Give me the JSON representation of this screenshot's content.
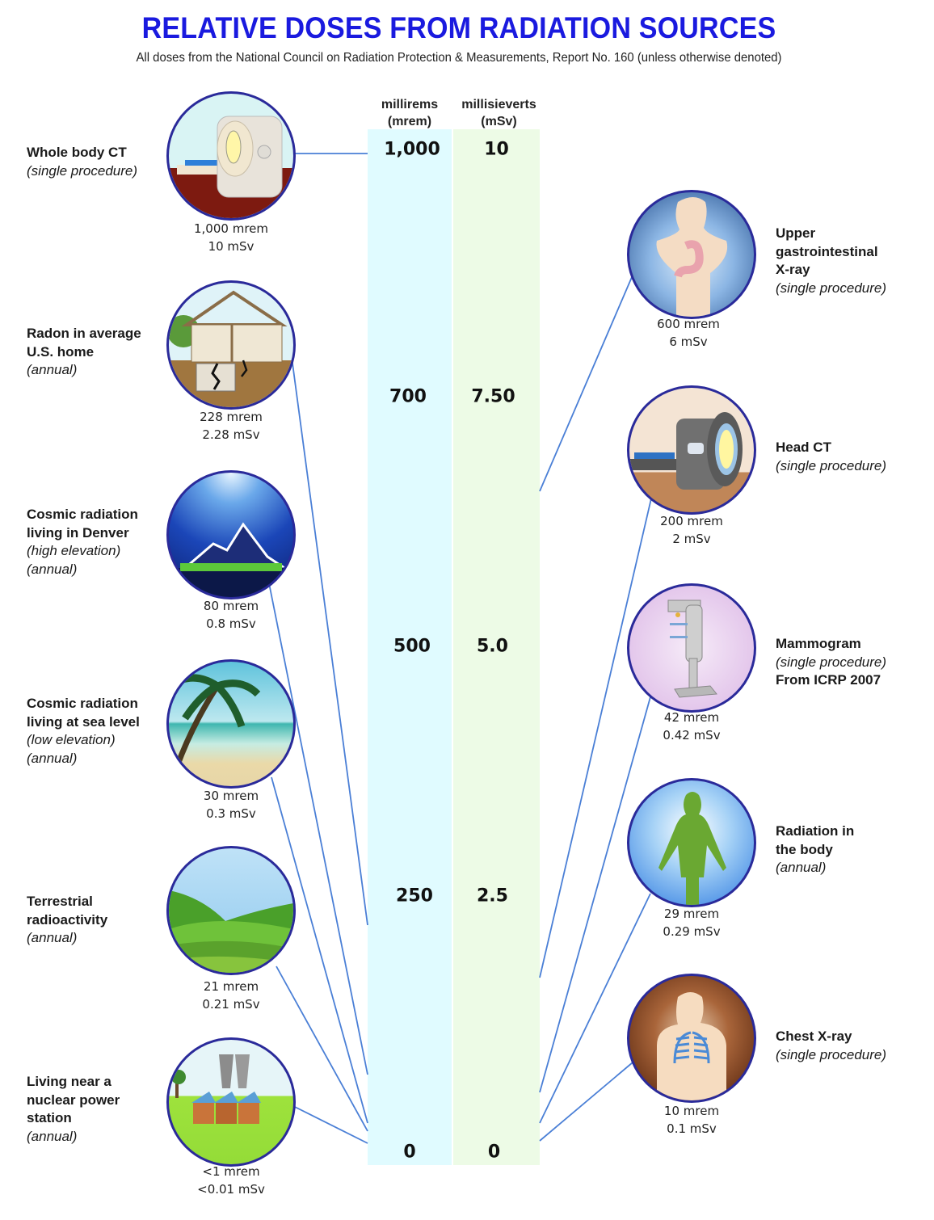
{
  "header": {
    "title": "RELATIVE DOSES FROM RADIATION SOURCES",
    "subtitle": "All doses from the National Council on Radiation Protection & Measurements, Report No. 160 (unless otherwise denoted)"
  },
  "colors": {
    "title": "#1a1adf",
    "mrem_column": "#e0fbff",
    "msv_column": "#edfbe6",
    "connector": "#4a7fd6",
    "circle_border": "#2a2a9a"
  },
  "scale": {
    "mrem_header": [
      "millirems",
      "(mrem)"
    ],
    "msv_header": [
      "millisieverts",
      "(mSv)"
    ],
    "ticks": [
      {
        "mrem": "1,000",
        "msv": "10",
        "y": 185
      },
      {
        "mrem": "700",
        "msv": "7.50",
        "y": 491
      },
      {
        "mrem": "500",
        "msv": "5.0",
        "y": 800
      },
      {
        "mrem": "250",
        "msv": "2.5",
        "y": 1109
      },
      {
        "mrem": "0",
        "msv": "0",
        "y": 1426
      }
    ]
  },
  "left_items": [
    {
      "title": [
        "Whole body CT"
      ],
      "notes": [
        "(single procedure)"
      ],
      "mrem": "1,000 mrem",
      "msv": "10 mSv",
      "icon": "ct-scanner-icon"
    },
    {
      "title": [
        "Radon in average",
        "U.S. home"
      ],
      "notes": [
        "(annual)"
      ],
      "mrem": "228 mrem",
      "msv": "2.28 mSv",
      "icon": "house-icon"
    },
    {
      "title": [
        "Cosmic radiation",
        "living in Denver"
      ],
      "notes": [
        "(high elevation)",
        "(annual)"
      ],
      "mrem": "80 mrem",
      "msv": "0.8 mSv",
      "icon": "mountain-icon"
    },
    {
      "title": [
        "Cosmic radiation",
        "living at sea level"
      ],
      "notes": [
        "(low elevation)",
        "(annual)"
      ],
      "mrem": "30 mrem",
      "msv": "0.3 mSv",
      "icon": "beach-icon"
    },
    {
      "title": [
        "Terrestrial",
        "radioactivity"
      ],
      "notes": [
        "(annual)"
      ],
      "mrem": "21 mrem",
      "msv": "0.21 mSv",
      "icon": "hills-icon"
    },
    {
      "title": [
        "Living near a",
        "nuclear power",
        "station"
      ],
      "notes": [
        "(annual)"
      ],
      "mrem": "<1 mrem",
      "msv": "<0.01 mSv",
      "icon": "power-station-icon"
    }
  ],
  "right_items": [
    {
      "title": [
        "Upper",
        "gastrointestinal",
        "X-ray"
      ],
      "notes": [
        "(single procedure)"
      ],
      "extra": "",
      "mrem": "600 mrem",
      "msv": "6 mSv",
      "icon": "stomach-xray-icon"
    },
    {
      "title": [
        "Head CT"
      ],
      "notes": [
        "(single procedure)"
      ],
      "extra": "",
      "mrem": "200 mrem",
      "msv": "2 mSv",
      "icon": "head-ct-icon"
    },
    {
      "title": [
        "Mammogram"
      ],
      "notes": [
        "(single procedure)"
      ],
      "extra": "From ICRP 2007",
      "mrem": "42 mrem",
      "msv": "0.42 mSv",
      "icon": "mammogram-icon"
    },
    {
      "title": [
        "Radiation in",
        "the body"
      ],
      "notes": [
        "(annual)"
      ],
      "extra": "",
      "mrem": "29 mrem",
      "msv": "0.29 mSv",
      "icon": "glowing-body-icon"
    },
    {
      "title": [
        "Chest X-ray"
      ],
      "notes": [
        "(single procedure)"
      ],
      "extra": "",
      "mrem": "10 mrem",
      "msv": "0.1 mSv",
      "icon": "chest-xray-icon"
    }
  ],
  "chart_data": {
    "type": "bar",
    "title": "RELATIVE DOSES FROM RADIATION SOURCES",
    "subtitle": "All doses from the National Council on Radiation Protection & Measurements, Report No. 160 (unless otherwise denoted)",
    "xlabel": "",
    "ylabel": "millirems (mrem) / millisieverts (mSv)",
    "ylim": [
      0,
      1000
    ],
    "y_ticks_mrem": [
      0,
      250,
      500,
      700,
      1000
    ],
    "y_ticks_msv": [
      0,
      2.5,
      5.0,
      7.5,
      10
    ],
    "categories": [
      "Whole body CT",
      "Upper gastrointestinal X-ray",
      "Radon in average U.S. home",
      "Head CT",
      "Cosmic radiation living in Denver",
      "Mammogram",
      "Cosmic radiation living at sea level",
      "Radiation in the body",
      "Terrestrial radioactivity",
      "Chest X-ray",
      "Living near a nuclear power station"
    ],
    "series": [
      {
        "name": "mrem",
        "values": [
          1000,
          600,
          228,
          200,
          80,
          42,
          30,
          29,
          21,
          10,
          1
        ]
      },
      {
        "name": "mSv",
        "values": [
          10,
          6,
          2.28,
          2,
          0.8,
          0.42,
          0.3,
          0.29,
          0.21,
          0.1,
          0.01
        ]
      }
    ],
    "notes": [
      "Living near a nuclear power station is <1 mrem (<0.01 mSv)",
      "Mammogram value from ICRP 2007"
    ]
  }
}
